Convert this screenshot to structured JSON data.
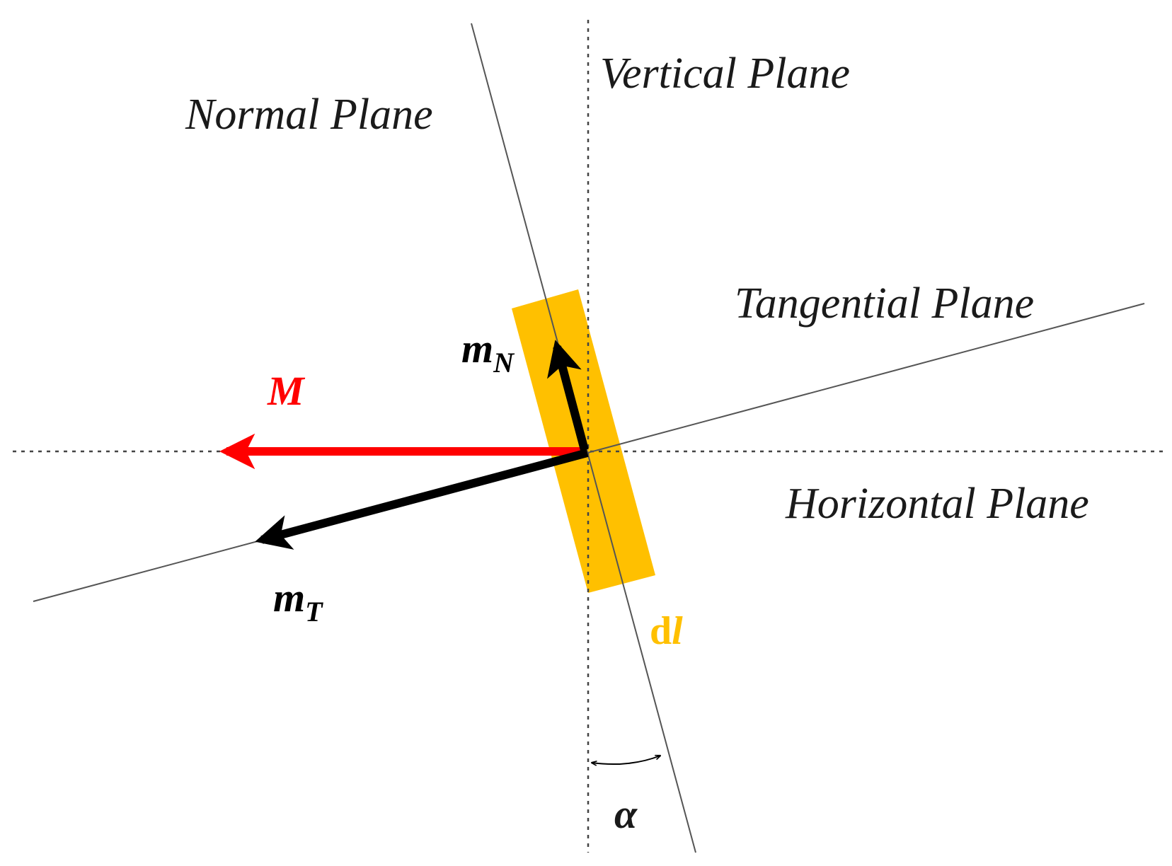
{
  "colors": {
    "moment": "#ff0000",
    "element": "#ffc000",
    "component": "#000000",
    "line": "#555555"
  },
  "labels": {
    "vertical_plane": "Vertical Plane",
    "normal_plane": "Normal Plane",
    "tangential_plane": "Tangential Plane",
    "horizontal_plane": "Horizontal Plane",
    "moment": "M",
    "normal_component": "m",
    "normal_component_sub": "N",
    "tangential_component": "m",
    "tangential_component_sub": "T",
    "element_d": "d",
    "element_l": "l",
    "angle": "α"
  }
}
